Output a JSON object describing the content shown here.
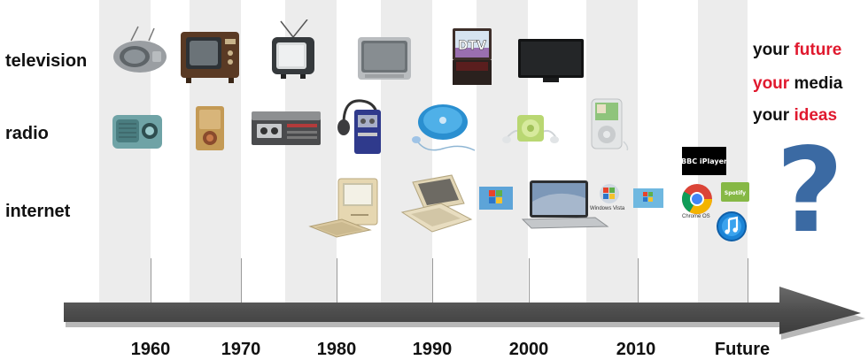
{
  "rows": [
    "television",
    "radio",
    "internet"
  ],
  "decades": [
    "1960",
    "1970",
    "1980",
    "1990",
    "2000",
    "2010",
    "Future"
  ],
  "tagline": {
    "line1": [
      "your ",
      "future"
    ],
    "line2": [
      "your",
      " media"
    ],
    "line3": [
      "your ",
      "ideas"
    ]
  },
  "screen_texts": {
    "dtv": "DTV",
    "bbc": "BBC iPlayer",
    "spotify": "Spotify",
    "vista": "Windows Vista",
    "chrome_os": "Chrome OS"
  },
  "question_mark": "?",
  "colors": {
    "accent_red": "#e0192e",
    "arrow": "#545454",
    "question_mark": "#3b6aa3",
    "stripe": "#ececec"
  }
}
